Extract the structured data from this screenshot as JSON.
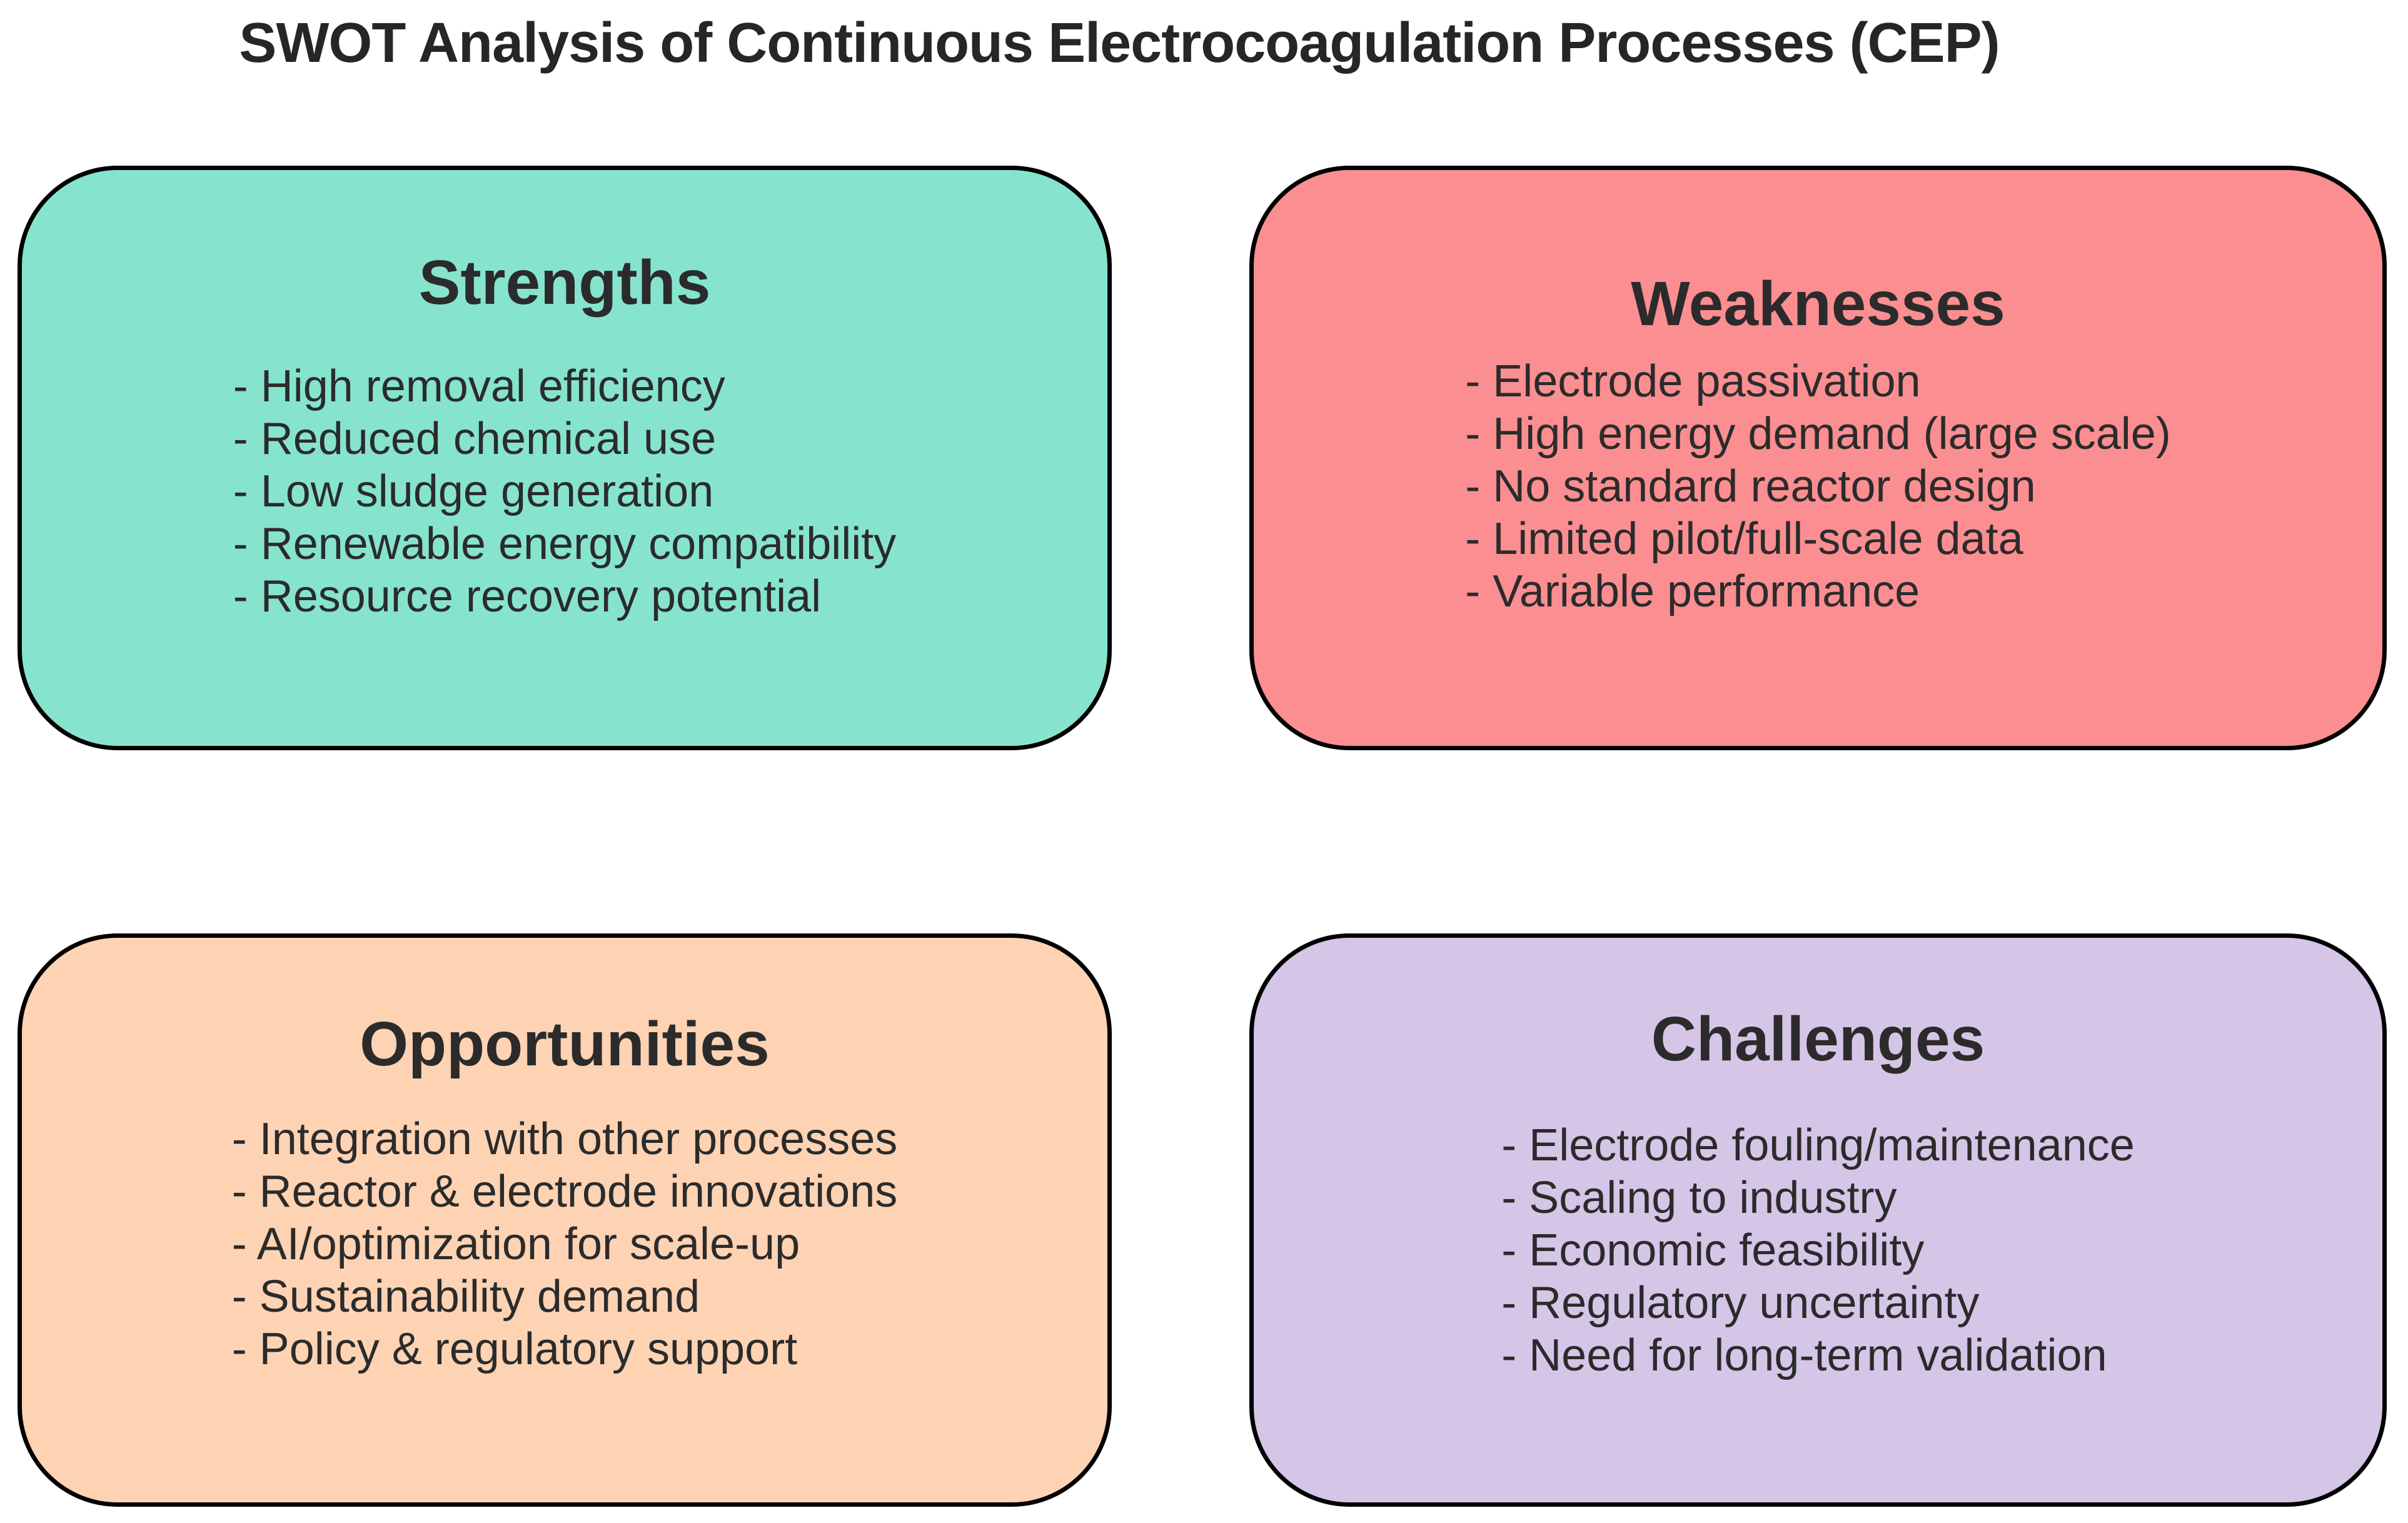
{
  "title": "SWOT Analysis of Continuous Electrocoagulation Processes (CEP)",
  "colors": {
    "background": "#FFFFFF",
    "border": "#000000",
    "text": "#262626",
    "strengths_bg": "#86E4CE",
    "weaknesses_bg": "#FB8E91",
    "opportunities_bg": "#FDD3B4",
    "challenges_bg": "#D5C6E8"
  },
  "quadrants": [
    {
      "key": "strengths",
      "heading": "Strengths",
      "bg": "#86E4CE",
      "items": [
        "- High removal efficiency",
        "- Reduced chemical use",
        "- Low sludge generation",
        "- Renewable energy compatibility",
        "- Resource recovery potential"
      ]
    },
    {
      "key": "weaknesses",
      "heading": "Weaknesses",
      "bg": "#FB8E91",
      "items": [
        "- Electrode passivation",
        "- High energy demand (large scale)",
        "- No standard reactor design",
        "- Limited pilot/full-scale data",
        "- Variable performance"
      ]
    },
    {
      "key": "opportunities",
      "heading": "Opportunities",
      "bg": "#FDD3B4",
      "items": [
        "- Integration with other processes",
        "- Reactor & electrode innovations",
        "- AI/optimization for scale-up",
        "- Sustainability demand",
        "- Policy & regulatory support"
      ]
    },
    {
      "key": "challenges",
      "heading": "Challenges",
      "bg": "#D5C6E8",
      "items": [
        "- Electrode fouling/maintenance",
        "- Scaling to industry",
        "- Economic feasibility",
        "- Regulatory uncertainty",
        "- Need for long-term validation"
      ]
    }
  ]
}
